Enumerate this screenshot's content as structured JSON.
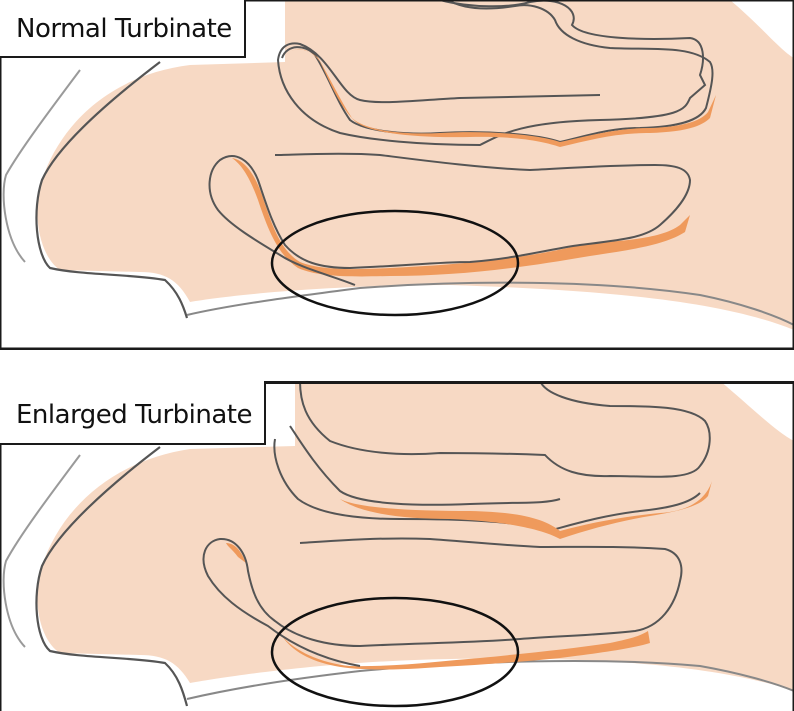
{
  "panels": [
    {
      "id": "normal",
      "title": "Normal Turbinate"
    },
    {
      "id": "enlarged",
      "title": "Enlarged Turbinate"
    }
  ],
  "colors": {
    "skin": "#f7d9c4",
    "mucosa": "#ef9a5c",
    "outline": "#555555",
    "soft_outline": "#9a9a9a",
    "ellipse": "#111111",
    "frame": "#1a1a1a"
  },
  "icons": {
    "highlight": "ellipse-highlight-icon"
  }
}
